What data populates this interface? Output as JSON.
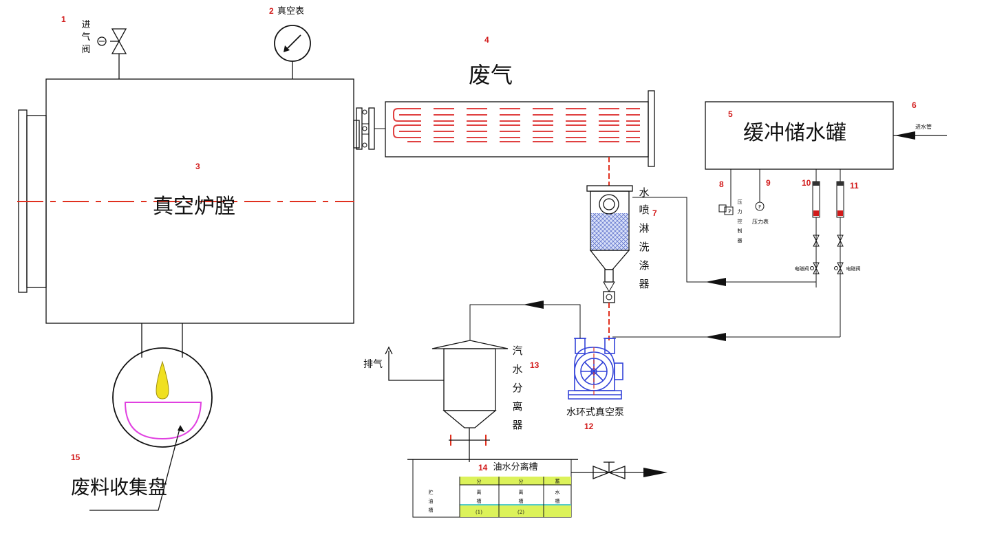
{
  "colors": {
    "numbers": "#d21a1a",
    "centerline": "#e0301e",
    "coil": "#e04040",
    "scrubber_fill": "#c8d4f4",
    "pump": "#3242d8",
    "flame": "#f0e020",
    "tray": "#e040e0",
    "separator_fill": "#dcf25a",
    "separator_band": "#9ee6e0",
    "line": "#111111"
  },
  "icons": [
    "valve-icon",
    "pressure-gauge-icon",
    "coil-icon",
    "arrow-icon",
    "flame-icon",
    "flowmeter-icon",
    "pump-icon"
  ],
  "numbers": [
    "1",
    "2",
    "3",
    "4",
    "5",
    "6",
    "7",
    "8",
    "9",
    "10",
    "11",
    "12",
    "13",
    "14",
    "15"
  ],
  "labels": {
    "intake_valve": [
      "进",
      "气",
      "阀"
    ],
    "vacuum_gauge": "真空表",
    "chamber": "真空炉膛",
    "exhaust": "废气",
    "tank": "缓冲储水罐",
    "water_in": "进水管",
    "scrubber": [
      "水",
      "喷",
      "淋",
      "洗",
      "涤",
      "器"
    ],
    "pressure_controller": [
      "压",
      "力",
      "控",
      "制",
      "器"
    ],
    "pressure_gauge": "压力表",
    "solenoid_left": "电磁阀",
    "solenoid_right": "电磁阀",
    "vent": "排气",
    "steam_separator": [
      "汽",
      "水",
      "分",
      "离",
      "器"
    ],
    "pump": "水环式真空泵",
    "oil_separator": "油水分离槽",
    "storage": [
      "贮",
      "油",
      "槽"
    ],
    "col1": [
      "分",
      "离",
      "槽",
      "(1)"
    ],
    "col2": [
      "分",
      "离",
      "槽",
      "(2)"
    ],
    "col3": [
      "蓄",
      "水",
      "槽"
    ],
    "tray": "废料收集盘"
  }
}
